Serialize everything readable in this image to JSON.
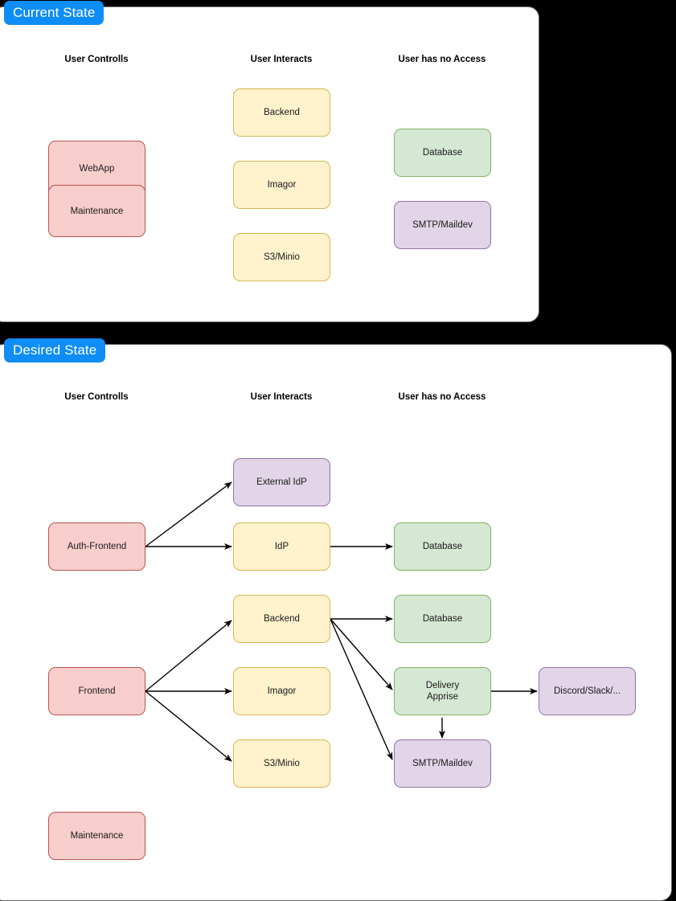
{
  "background_color": "#000000",
  "panels": [
    {
      "id": "current",
      "tab_label": "Current State",
      "tab_color": "#0f8df7",
      "columns": [
        {
          "label": "User Controlls"
        },
        {
          "label": "User Interacts"
        },
        {
          "label": "User has no Access"
        }
      ],
      "nodes": [
        {
          "id": "cur-webapp",
          "label": "WebApp",
          "color": "red",
          "column": "User Controlls"
        },
        {
          "id": "cur-maintenance",
          "label": "Maintenance",
          "color": "red",
          "column": "User Controlls"
        },
        {
          "id": "cur-backend",
          "label": "Backend",
          "color": "yellow",
          "column": "User Interacts"
        },
        {
          "id": "cur-imagor",
          "label": "Imagor",
          "color": "yellow",
          "column": "User Interacts"
        },
        {
          "id": "cur-s3minio",
          "label": "S3/Minio",
          "color": "yellow",
          "column": "User Interacts"
        },
        {
          "id": "cur-database",
          "label": "Database",
          "color": "green",
          "column": "User has no Access"
        },
        {
          "id": "cur-smtp",
          "label": "SMTP/Maildev",
          "color": "purple",
          "column": "User has no Access"
        }
      ],
      "edges": []
    },
    {
      "id": "desired",
      "tab_label": "Desired State",
      "tab_color": "#0f8df7",
      "columns": [
        {
          "label": "User Controlls"
        },
        {
          "label": "User Interacts"
        },
        {
          "label": "User has no Access"
        }
      ],
      "nodes": [
        {
          "id": "des-authfrontend",
          "label": "Auth-Frontend",
          "color": "red",
          "column": "User Controlls"
        },
        {
          "id": "des-frontend",
          "label": "Frontend",
          "color": "red",
          "column": "User Controlls"
        },
        {
          "id": "des-maintenance",
          "label": "Maintenance",
          "color": "red",
          "column": "User Controlls"
        },
        {
          "id": "des-externalidp",
          "label": "External IdP",
          "color": "purple",
          "column": "User Interacts"
        },
        {
          "id": "des-idp",
          "label": "IdP",
          "color": "yellow",
          "column": "User Interacts"
        },
        {
          "id": "des-backend",
          "label": "Backend",
          "color": "yellow",
          "column": "User Interacts"
        },
        {
          "id": "des-imagor",
          "label": "Imagor",
          "color": "yellow",
          "column": "User Interacts"
        },
        {
          "id": "des-s3minio",
          "label": "S3/Minio",
          "color": "yellow",
          "column": "User Interacts"
        },
        {
          "id": "des-database-idp",
          "label": "Database",
          "color": "green",
          "column": "User has no Access"
        },
        {
          "id": "des-database-be",
          "label": "Database",
          "color": "green",
          "column": "User has no Access"
        },
        {
          "id": "des-delivery",
          "label": "Delivery\nApprise",
          "color": "green",
          "column": "User has no Access"
        },
        {
          "id": "des-smtp",
          "label": "SMTP/Maildev",
          "color": "purple",
          "column": "User has no Access"
        },
        {
          "id": "des-discord",
          "label": "Discord/Slack/...",
          "color": "purple",
          "column": ""
        }
      ],
      "edges": [
        {
          "from": "des-authfrontend",
          "to": "des-externalidp"
        },
        {
          "from": "des-authfrontend",
          "to": "des-idp"
        },
        {
          "from": "des-idp",
          "to": "des-database-idp"
        },
        {
          "from": "des-frontend",
          "to": "des-backend"
        },
        {
          "from": "des-frontend",
          "to": "des-imagor"
        },
        {
          "from": "des-frontend",
          "to": "des-s3minio"
        },
        {
          "from": "des-backend",
          "to": "des-database-be"
        },
        {
          "from": "des-backend",
          "to": "des-delivery"
        },
        {
          "from": "des-backend",
          "to": "des-smtp"
        },
        {
          "from": "des-delivery",
          "to": "des-smtp"
        },
        {
          "from": "des-delivery",
          "to": "des-discord"
        }
      ]
    }
  ],
  "palette": {
    "red_fill": "#f8cecc",
    "red_border": "#b85450",
    "yellow_fill": "#fff2cc",
    "yellow_border": "#d6b656",
    "green_fill": "#d5e8d4",
    "green_border": "#82b366",
    "purple_fill": "#e1d5e7",
    "purple_border": "#9673a6",
    "arrow_color": "#000000",
    "panel_fill": "#ffffff",
    "panel_border": "#666666"
  }
}
